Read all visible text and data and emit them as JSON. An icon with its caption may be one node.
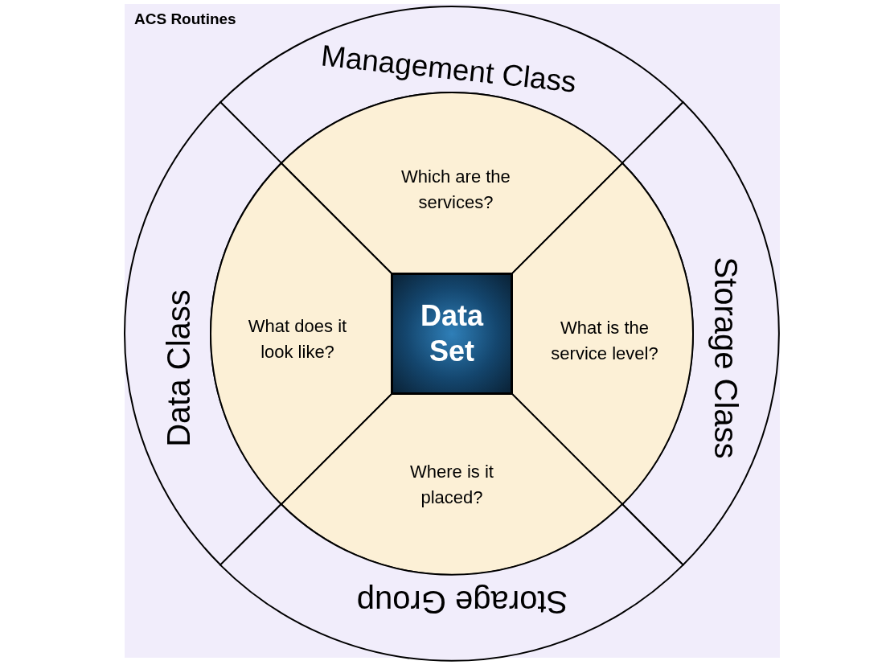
{
  "diagram": {
    "nodes": [
      {
        "text": [
          "ACS Routines"
        ]
      },
      {
        "text": [
          "Management Class"
        ],
        "in": 0
      },
      {
        "text": [
          "Data Class"
        ],
        "in": 0
      },
      {
        "text": [
          "Storage Class"
        ],
        "in": 0
      },
      {
        "text": [
          "Which are the services?"
        ],
        "in": 0
      },
      {
        "text": [
          "What does it look like?"
        ],
        "in": 0
      },
      {
        "text": [
          "Data Set"
        ],
        "in": 0
      },
      {
        "text": [
          "What is the service level?"
        ],
        "in": 0
      },
      {
        "text": [
          "Where is it placed?"
        ],
        "in": 0
      },
      {
        "text": [
          "Storage Group"
        ],
        "in": 0
      }
    ]
  }
}
